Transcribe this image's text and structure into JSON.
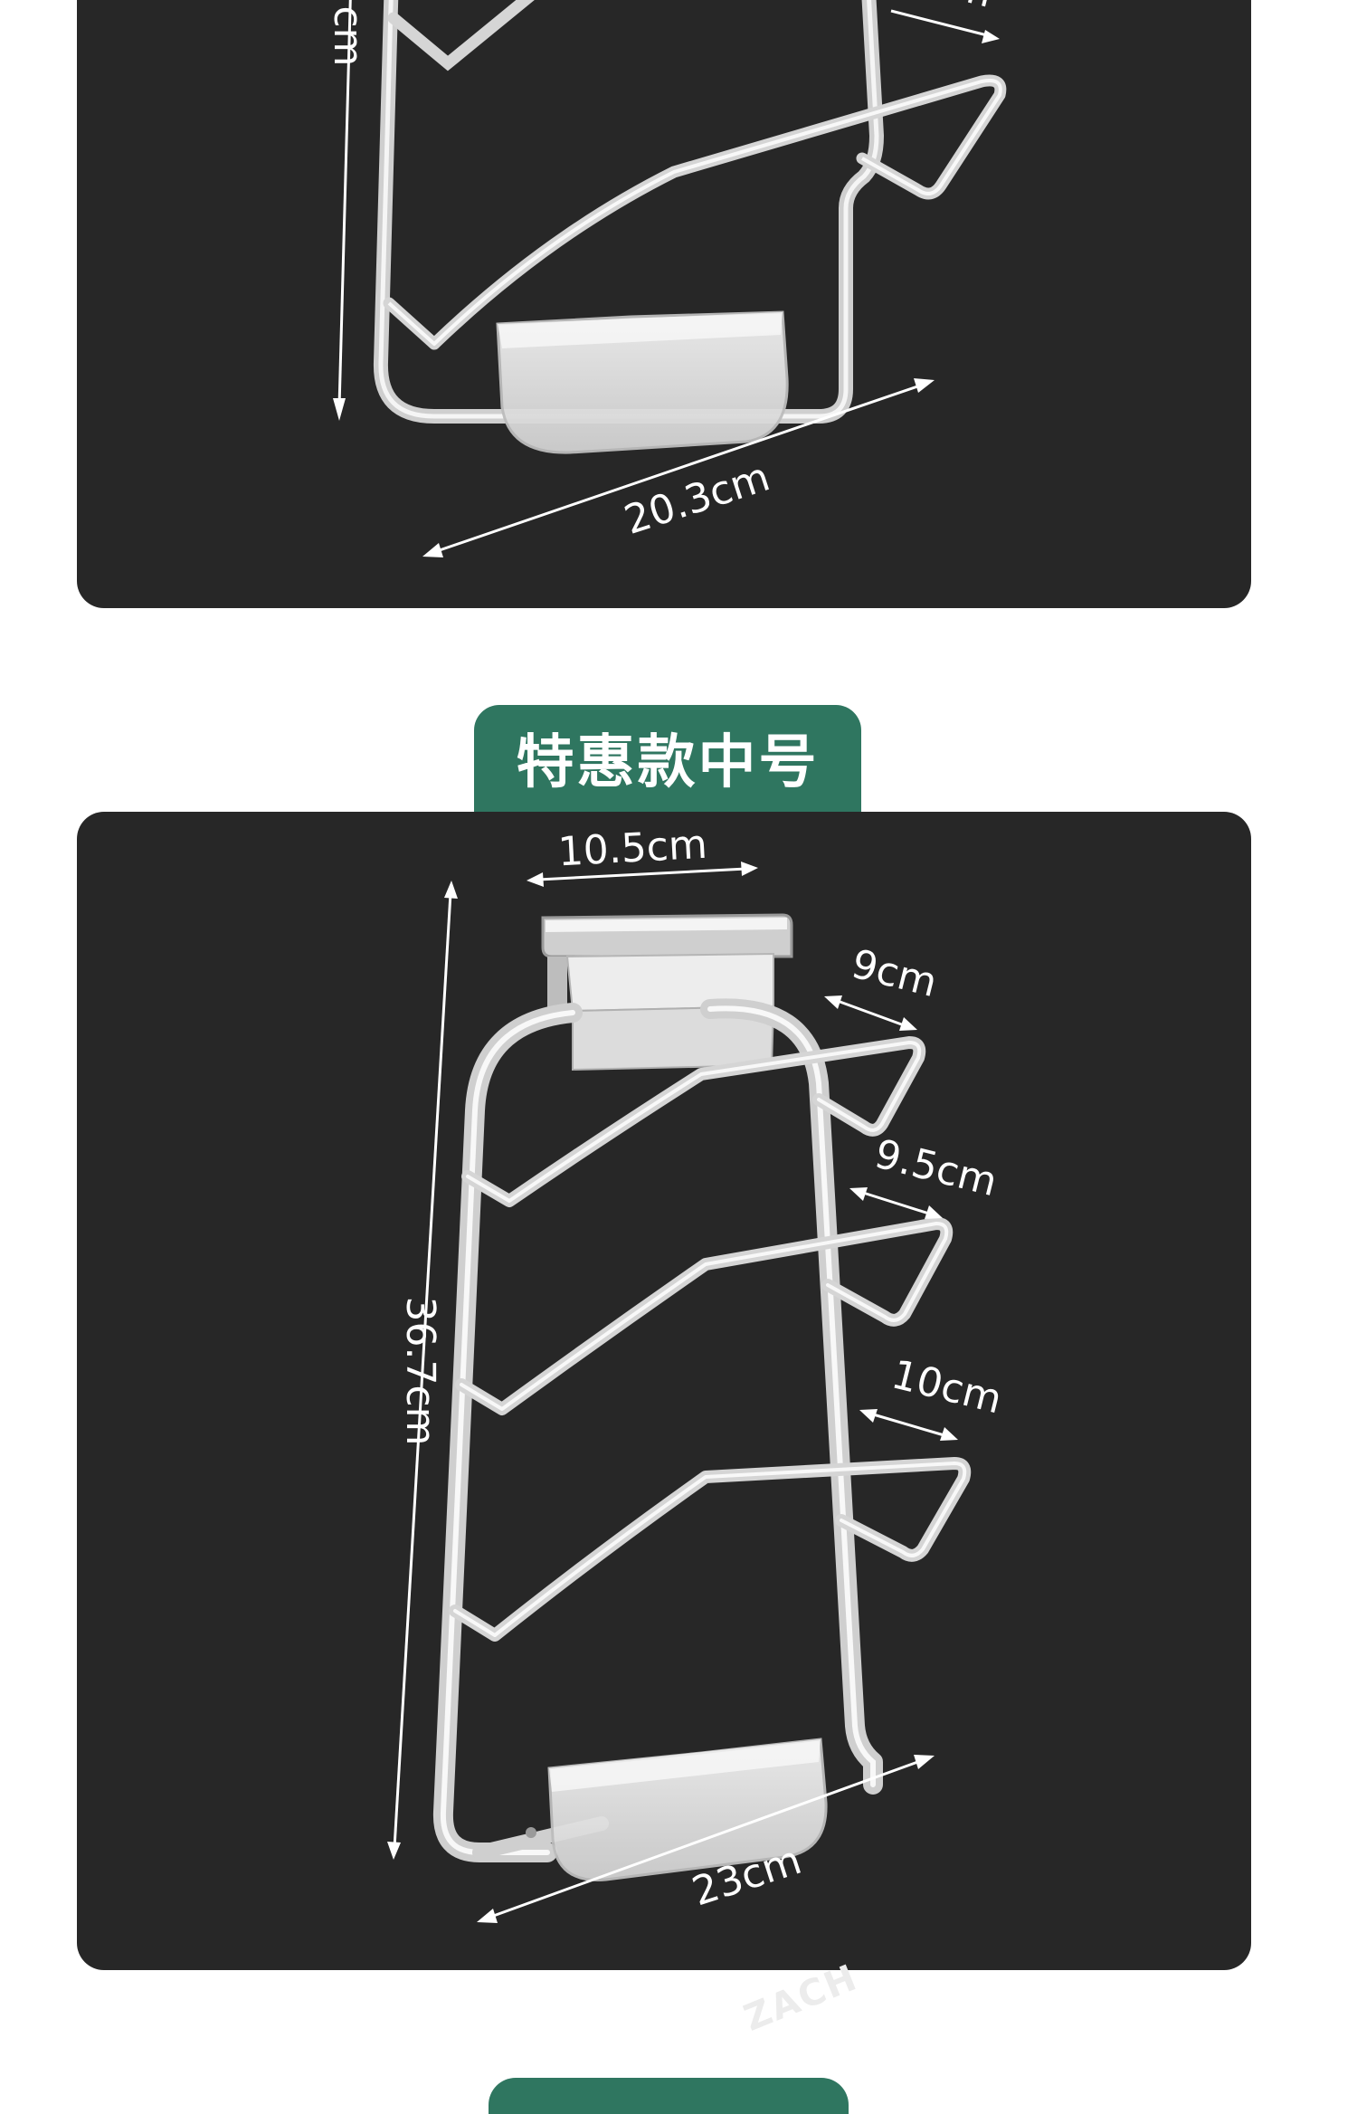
{
  "top_panel": {
    "width_label": "20.3cm",
    "height_label": "cm",
    "arm_label": "cm"
  },
  "badge": {
    "label": "特惠款中号"
  },
  "main_panel": {
    "top_width_label": "10.5cm",
    "height_label": "36.7cm",
    "arm1_label": "9cm",
    "arm2_label": "9.5cm",
    "arm3_label": "10cm",
    "width_label": "23cm"
  },
  "watermark": "ZACH",
  "colors": {
    "panel": "#272727",
    "badge": "#2f7660",
    "metal": "#d8d8d8"
  }
}
